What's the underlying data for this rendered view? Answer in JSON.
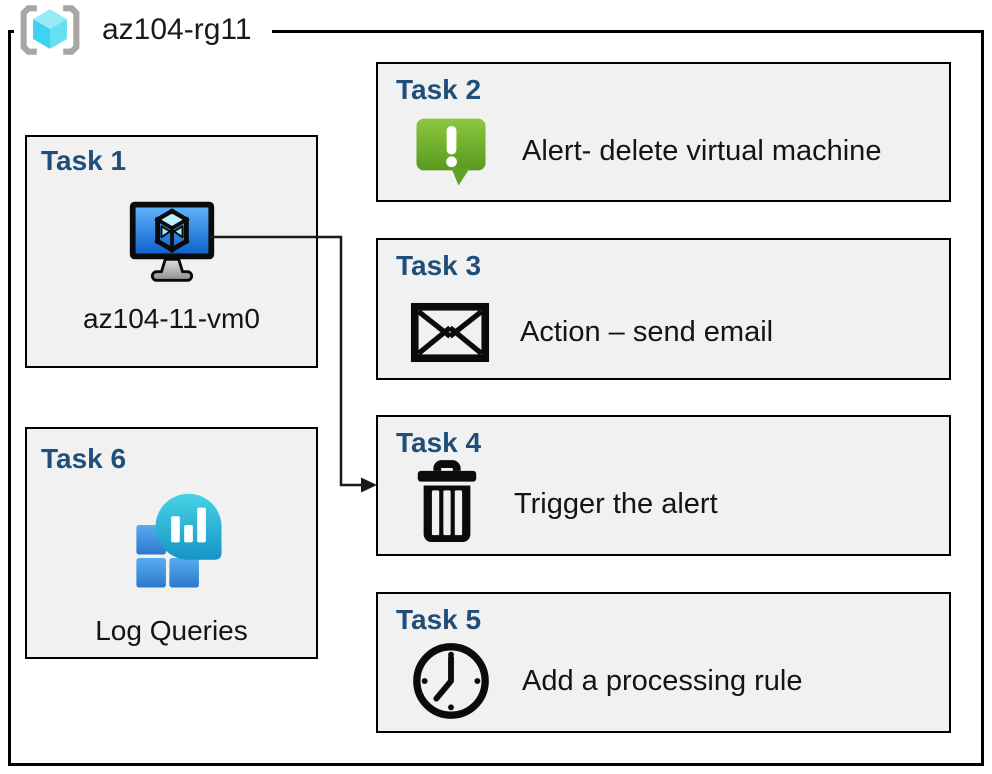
{
  "resource_group": {
    "name": "az104-rg11",
    "icon": "resource-group-icon"
  },
  "tasks": [
    {
      "title": "Task 1",
      "label": "az104-11-vm0",
      "icon": "virtual-machine-icon"
    },
    {
      "title": "Task 2",
      "label": "Alert- delete virtual machine",
      "icon": "alert-icon"
    },
    {
      "title": "Task 3",
      "label": "Action – send email",
      "icon": "email-icon"
    },
    {
      "title": "Task 4",
      "label": "Trigger the alert",
      "icon": "trash-icon"
    },
    {
      "title": "Task 5",
      "label": "Add a processing rule",
      "icon": "clock-icon"
    },
    {
      "title": "Task 6",
      "label": "Log Queries",
      "icon": "log-queries-icon"
    }
  ],
  "connector": {
    "from": "Task 1",
    "to": "Task 4"
  },
  "colors": {
    "task_title": "#1F4E79",
    "box_fill": "#F1F1F1",
    "box_border": "#000000",
    "alert_green_top": "#8CC83F",
    "alert_green_bottom": "#58991F",
    "vm_screen_top": "#5FB2F7",
    "vm_screen_bottom": "#0E63CC",
    "vm_cube_cyan": "#BDF2FB",
    "log_bubble_top": "#47D4E5",
    "log_bubble_bottom": "#1693C7",
    "log_square_top": "#58ACEF",
    "log_square_bottom": "#2C79CD",
    "rg_cube_top": "#97EBF7",
    "rg_cube_left": "#3ED3EF",
    "rg_cube_right": "#66DFF3",
    "rg_bracket": "#A6A6A6"
  }
}
